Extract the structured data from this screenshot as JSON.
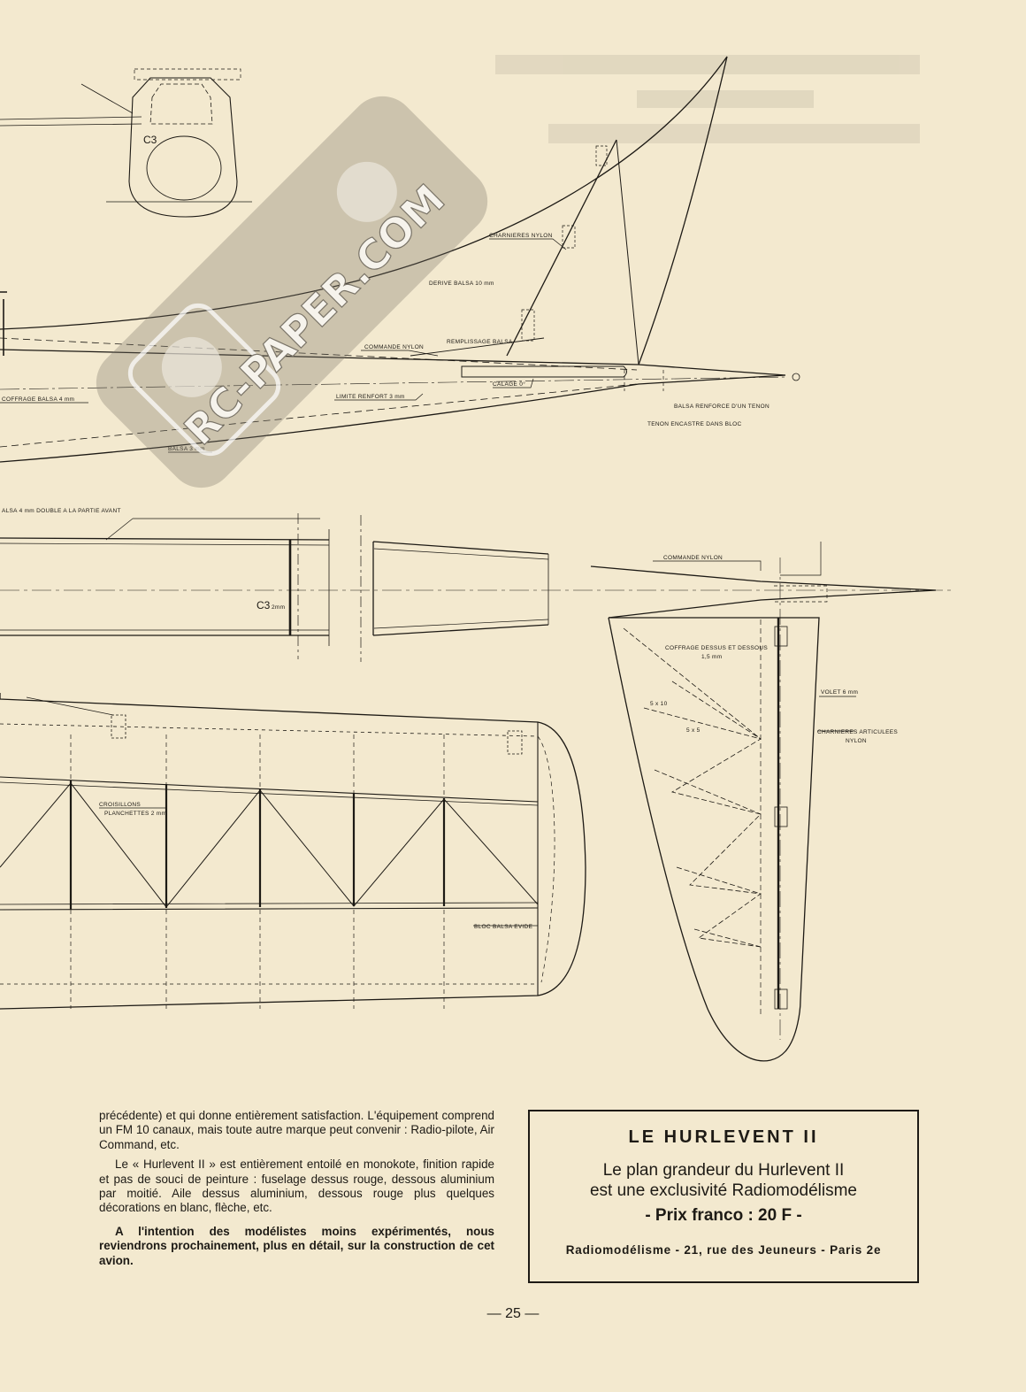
{
  "watermark": {
    "text": "RC-PAPER.COM"
  },
  "drawing": {
    "labels": {
      "charnieres_nylon": "CHARNIERES NYLON",
      "derive_balsa": "DERIVE BALSA 10 mm",
      "commande_nylon_1": "COMMANDE NYLON",
      "remplissage_balsa": "REMPLISSAGE BALSA",
      "calage": "CALAGE 0°",
      "coffrage_balsa": "COFFRAGE BALSA 4 mm",
      "limite_renfort": "LIMITE RENFORT 3 mm",
      "balsa_renforce": "BALSA RENFORCE D'UN TENON",
      "tenon_encastre": "TENON ENCASTRE DANS BLOC",
      "balsa_3mm": "BALSA 3 mm",
      "balsa_double": "ALSA 4 mm DOUBLE A LA PARTIE AVANT",
      "c3_top": "C3",
      "c3_2mm": "C3",
      "c3_2mm_sub": "2mm",
      "commande_nylon_2": "COMMANDE NYLON",
      "coffrage_dessus_l1": "COFFRAGE DESSUS ET DESSOUS",
      "coffrage_dessus_l2": "1,5 mm",
      "dim_5x10": "5 x 10",
      "dim_5x5": "5 x 5",
      "volet": "VOLET 6 mm",
      "charnieres_articulees_l1": "CHARNIERES ARTICULEES",
      "charnieres_articulees_l2": "NYLON",
      "croisillons_l1": "CROISILLONS",
      "croisillons_l2": "PLANCHETTES 2 mm",
      "bloc_balsa": "BLOC BALSA EVIDE"
    }
  },
  "article": {
    "p1": "précédente) et qui donne entièrement satisfaction. L'équipement comprend un FM 10 canaux, mais toute autre marque peut convenir : Radio-pilote, Air Command, etc.",
    "p2": "Le « Hurlevent II » est entièrement entoilé en monokote, finition rapide et pas de souci de peinture : fuselage dessus rouge, dessous aluminium par moitié. Aile dessus aluminium, dessous rouge plus quelques décorations en blanc, flèche, etc.",
    "p3": "A l'intention des modélistes moins expérimentés, nous reviendrons prochainement, plus en détail, sur la construction de cet avion."
  },
  "box": {
    "title": "LE HURLEVENT II",
    "line1": "Le plan grandeur du Hurlevent II",
    "line2": "est une exclusivité Radiomodélisme",
    "price": "- Prix franco : 20 F -",
    "address": "Radiomodélisme - 21, rue des Jeuneurs - Paris 2e"
  },
  "page_number": "— 25 —"
}
